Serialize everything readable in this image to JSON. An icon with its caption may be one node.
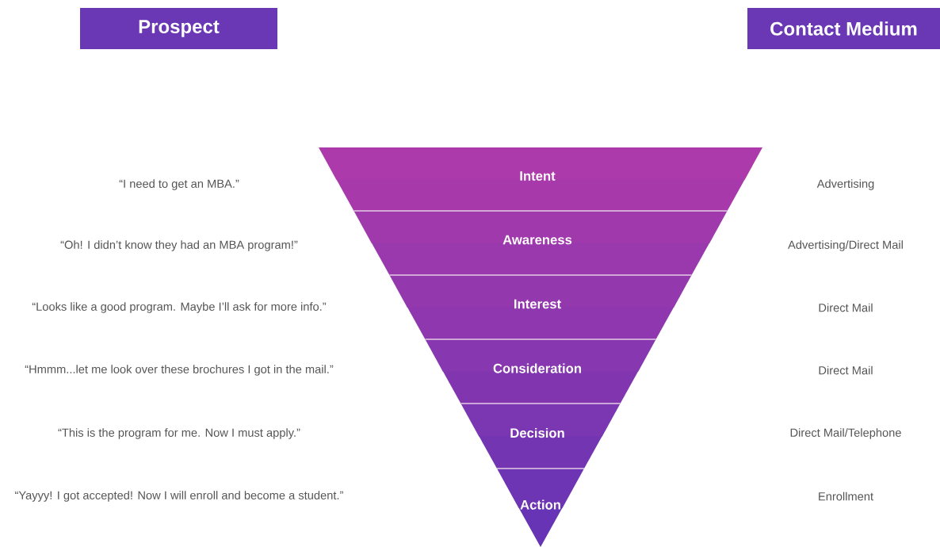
{
  "diagram": {
    "nodes": [
      {
        "text": [
          "Prospect"
        ]
      },
      {
        "text": [
          "Contact Medium"
        ]
      },
      {
        "text": [
          "Intent"
        ]
      },
      {
        "text": [
          "Awareness"
        ]
      },
      {
        "text": [
          "Interest"
        ]
      },
      {
        "text": [
          "Consideration"
        ]
      },
      {
        "text": [
          "Decision"
        ]
      },
      {
        "text": [
          "Action"
        ]
      }
    ],
    "labels": [
      "“I need to get an MBA.”",
      "Advertising",
      "“Oh! I didn’t know they had an MBA program!”",
      "Advertising/Direct Mail",
      "“Looks like a good program. Maybe I’ll ask for more info.”",
      "Direct Mail",
      "“Hmmm...let me look over these brochures I got in the mail.”",
      "Direct Mail",
      "“This is the program for me. Now I must apply.”",
      "Direct Mail/Telephone",
      "“Yayyy! I got accepted! Now I will enroll and become a student.”",
      "Enrollment"
    ]
  }
}
